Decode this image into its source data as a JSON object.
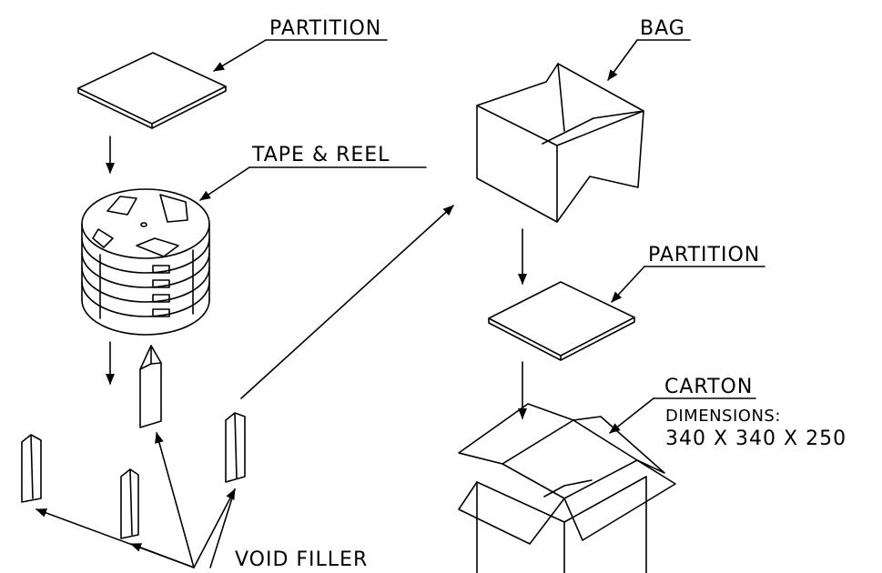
{
  "labels": {
    "partition_top": "PARTITION",
    "tape_reel": "TAPE & REEL",
    "void_filler": "VOID FILLER",
    "bag": "BAG",
    "partition_right": "PARTITION",
    "carton": "CARTON",
    "dimensions_title": "DIMENSIONS:",
    "dimensions_value": "340 X 340 X 250"
  },
  "colors": {
    "line": "#000000",
    "background": "#ffffff"
  }
}
